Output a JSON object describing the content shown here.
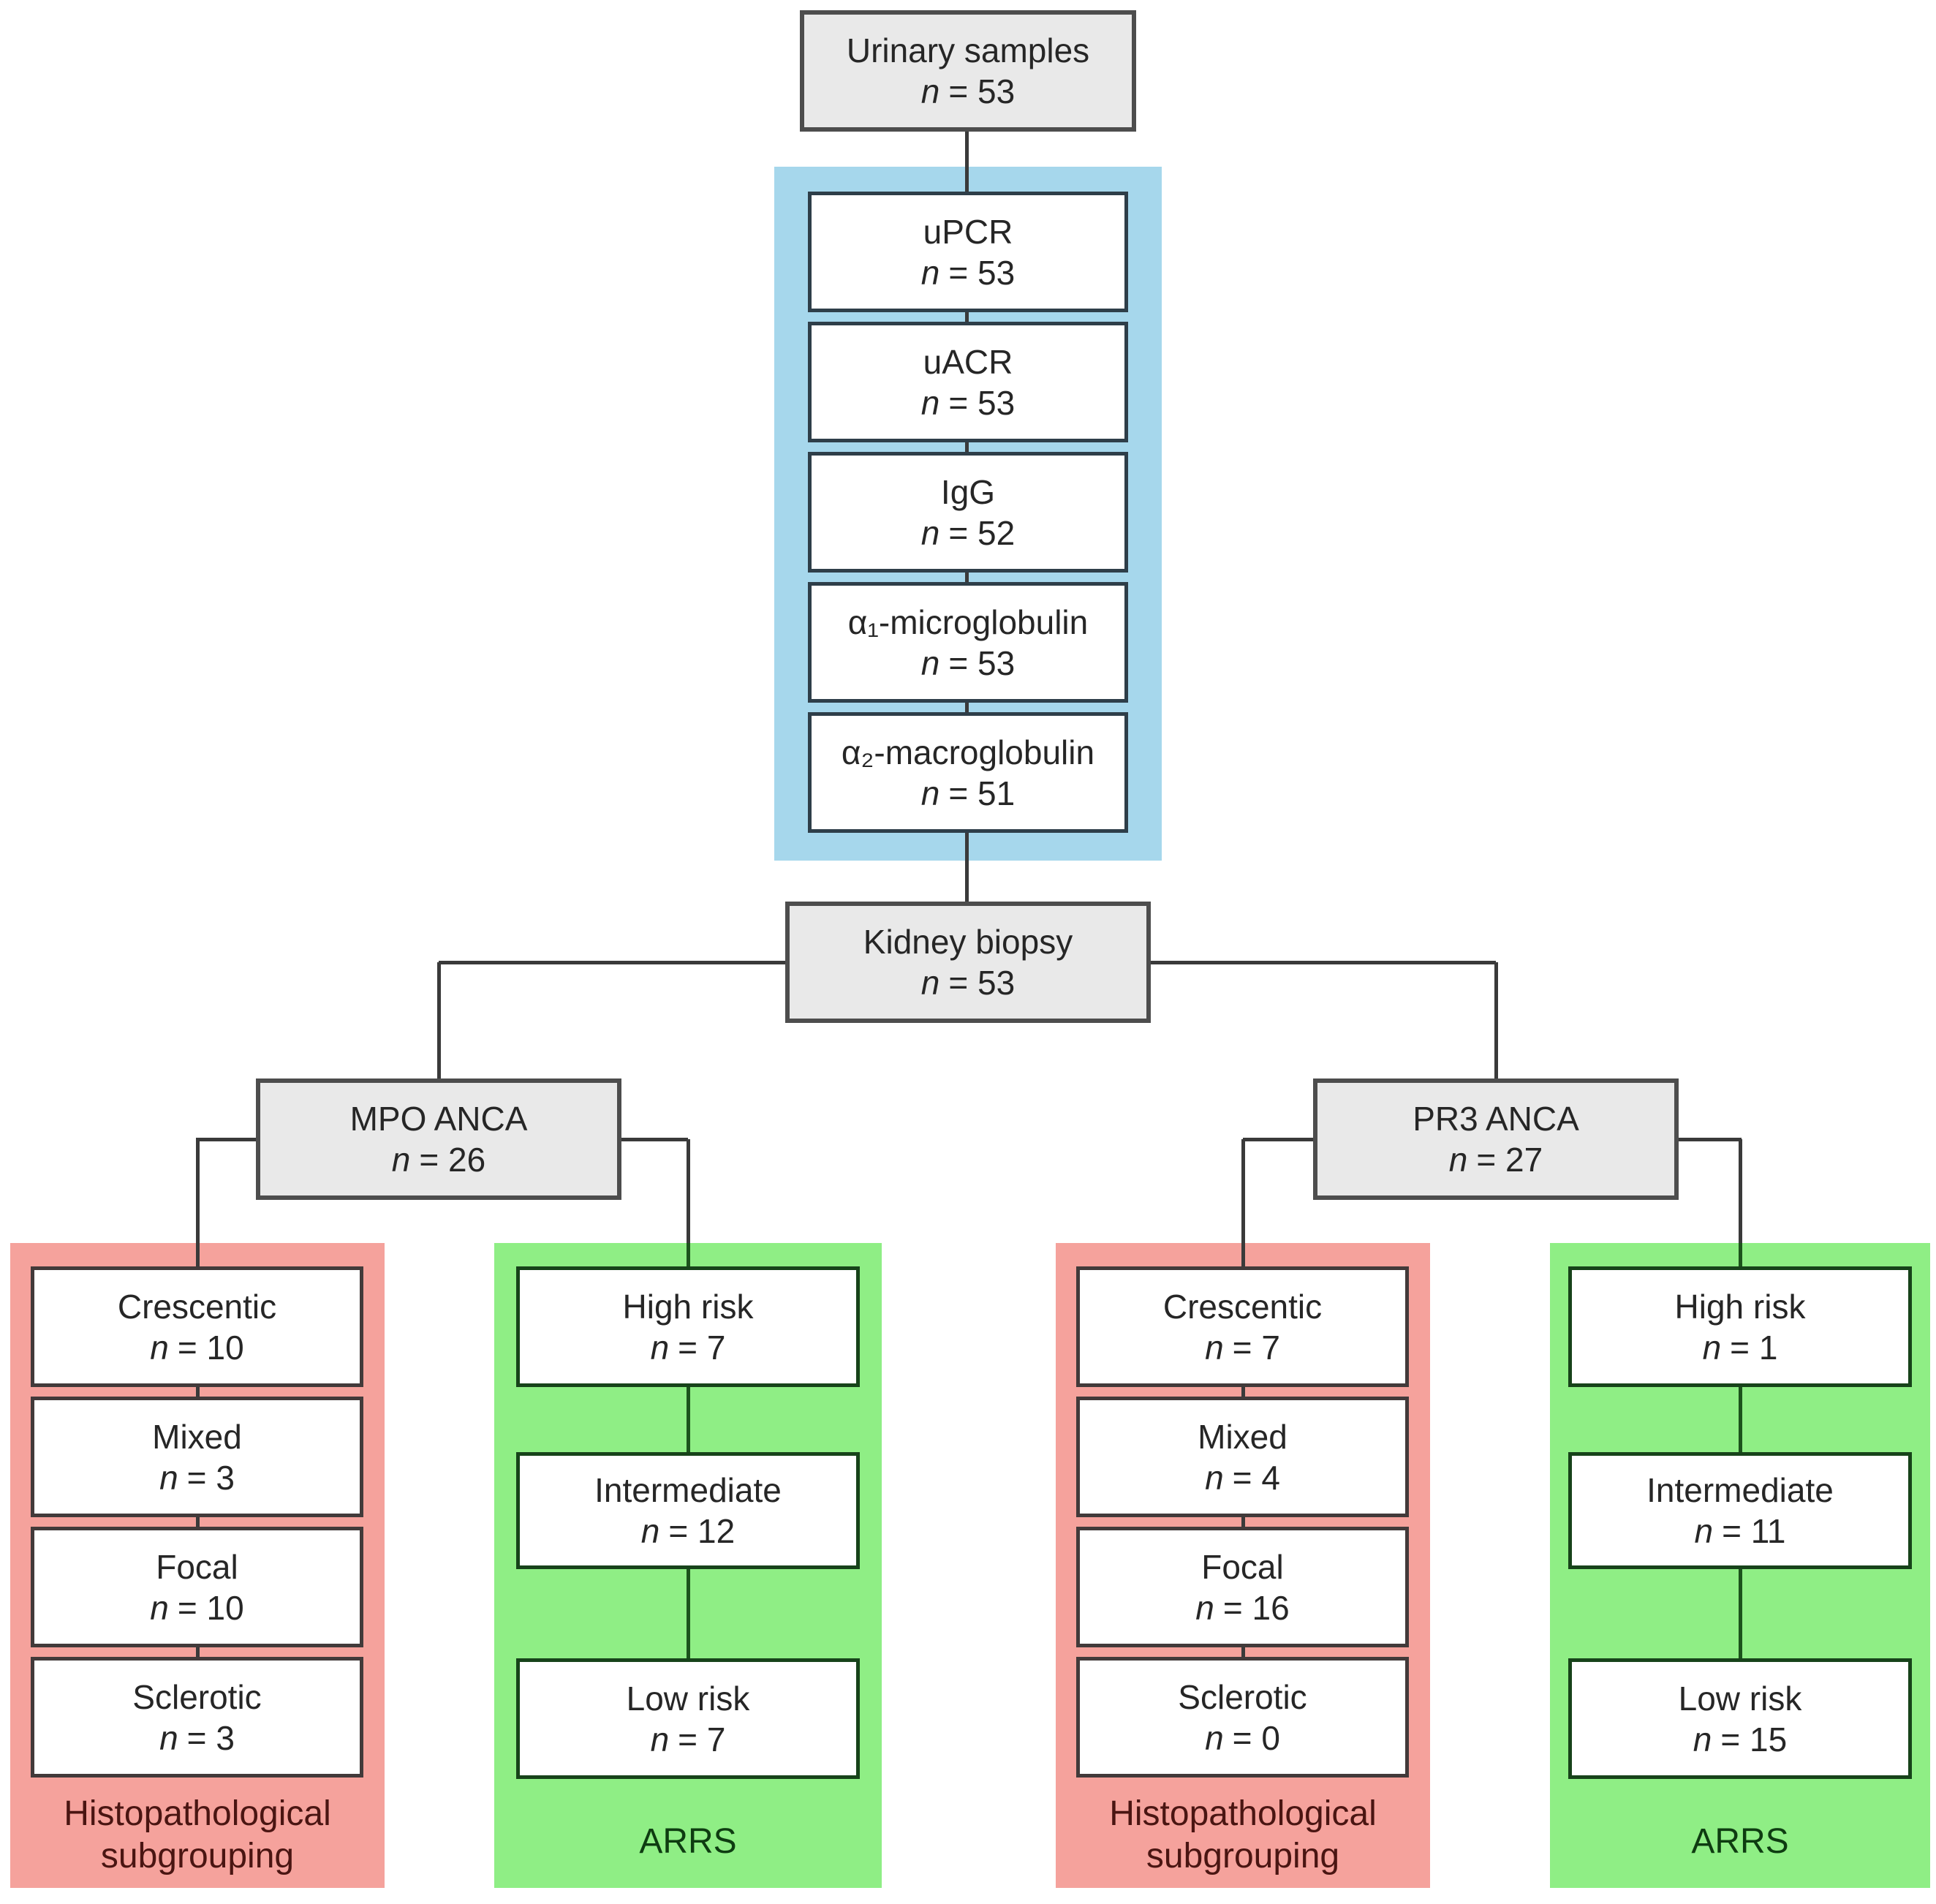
{
  "flowchart": {
    "root": {
      "label": "Urinary samples",
      "n_label": "n",
      "n_value": "= 53"
    },
    "biomarkers": {
      "boxes": [
        {
          "label": "uPCR",
          "n_label": "n",
          "n_value": "= 53"
        },
        {
          "label": "uACR",
          "n_label": "n",
          "n_value": "= 53"
        },
        {
          "label": "IgG",
          "n_label": "n",
          "n_value": "= 52"
        },
        {
          "label": "α₁-microglobulin",
          "n_label": "n",
          "n_value": "= 53"
        },
        {
          "label": "α₂-macroglobulin",
          "n_label": "n",
          "n_value": "= 51"
        }
      ]
    },
    "kidney": {
      "label": "Kidney biopsy",
      "n_label": "n",
      "n_value": "= 53"
    },
    "branches": {
      "mpo": {
        "header": {
          "label": "MPO ANCA",
          "n_label": "n",
          "n_value": "= 26"
        },
        "histo": {
          "caption_line1": "Histopathological",
          "caption_line2": "subgrouping",
          "boxes": [
            {
              "label": "Crescentic",
              "n_label": "n",
              "n_value": "= 10"
            },
            {
              "label": "Mixed",
              "n_label": "n",
              "n_value": "= 3"
            },
            {
              "label": "Focal",
              "n_label": "n",
              "n_value": "= 10"
            },
            {
              "label": "Sclerotic",
              "n_label": "n",
              "n_value": "= 3"
            }
          ]
        },
        "arrs": {
          "caption": "ARRS",
          "boxes": [
            {
              "label": "High risk",
              "n_label": "n",
              "n_value": "= 7"
            },
            {
              "label": "Intermediate",
              "n_label": "n",
              "n_value": "= 12"
            },
            {
              "label": "Low risk",
              "n_label": "n",
              "n_value": "= 7"
            }
          ]
        }
      },
      "pr3": {
        "header": {
          "label": "PR3 ANCA",
          "n_label": "n",
          "n_value": "= 27"
        },
        "histo": {
          "caption_line1": "Histopathological",
          "caption_line2": "subgrouping",
          "boxes": [
            {
              "label": "Crescentic",
              "n_label": "n",
              "n_value": "= 7"
            },
            {
              "label": "Mixed",
              "n_label": "n",
              "n_value": "= 4"
            },
            {
              "label": "Focal",
              "n_label": "n",
              "n_value": "= 16"
            },
            {
              "label": "Sclerotic",
              "n_label": "n",
              "n_value": "= 0"
            }
          ]
        },
        "arrs": {
          "caption": "ARRS",
          "boxes": [
            {
              "label": "High risk",
              "n_label": "n",
              "n_value": "= 1"
            },
            {
              "label": "Intermediate",
              "n_label": "n",
              "n_value": "= 11"
            },
            {
              "label": "Low risk",
              "n_label": "n",
              "n_value": "= 15"
            }
          ]
        }
      }
    },
    "colors": {
      "biomarker_panel_blue": "#a6d7ec",
      "histopathology_panel_pink": "#f5a29c",
      "arrs_panel_green": "#8fee85",
      "gray_box_fill": "#e9e9e9",
      "connector_line": "#3a3a3a",
      "green_connector_line": "#1c521c"
    }
  }
}
